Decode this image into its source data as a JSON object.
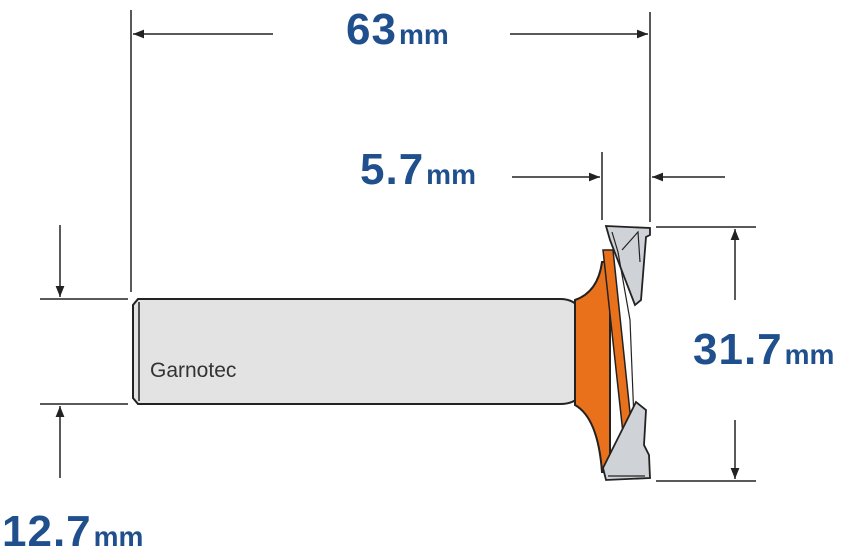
{
  "brand": "Garnotec",
  "dimensions": {
    "overall_diameter": {
      "value": "63",
      "unit": "mm"
    },
    "cutting_height": {
      "value": "5.7",
      "unit": "mm"
    },
    "overall_length": {
      "value": "31.7",
      "unit": "mm"
    },
    "shank_diameter": {
      "value": "12.7",
      "unit": "mm"
    }
  },
  "colors": {
    "dimension_text": "#1f4f8c",
    "dimension_lines": "#222222",
    "shank_fill": "#e3e3e3",
    "body_orange": "#e9711c",
    "carbide_gray": "#cfd2d6"
  }
}
